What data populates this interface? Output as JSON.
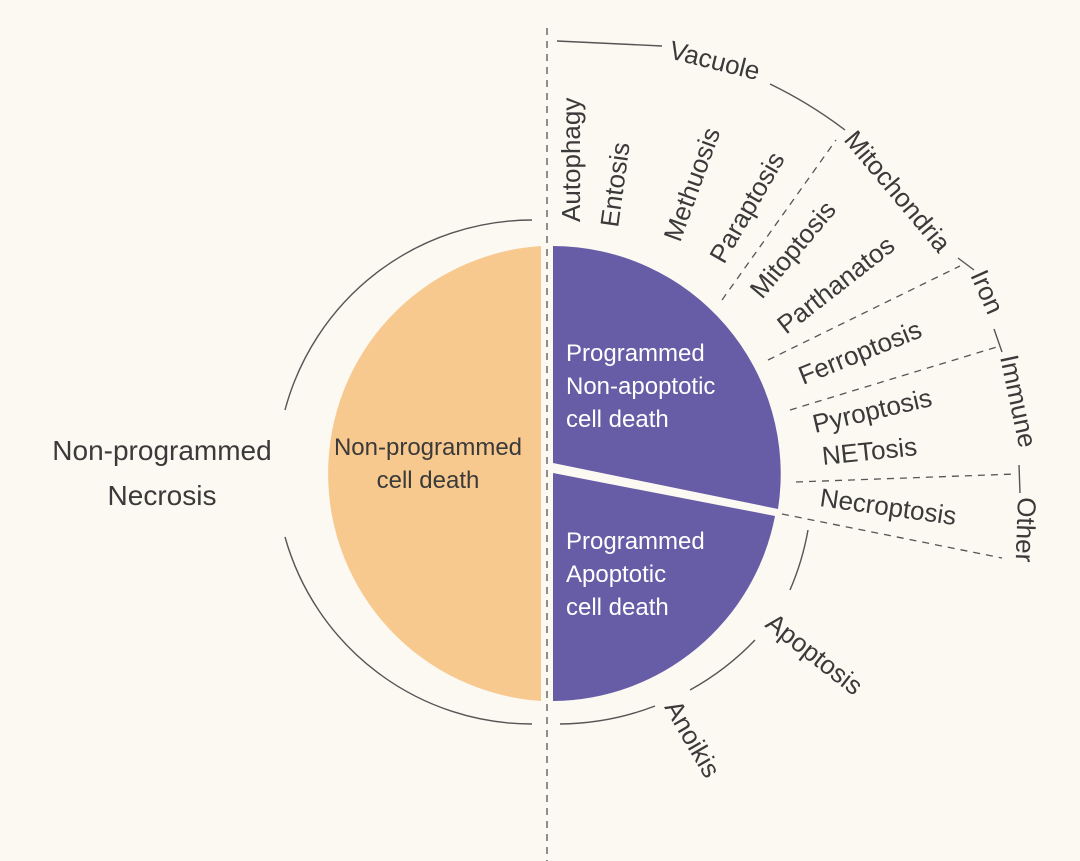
{
  "colors": {
    "background": "#fcf8f2",
    "non_programmed": "#f7c98e",
    "programmed": "#675ca6",
    "text": "#3a3a3a",
    "line": "#555555"
  },
  "left_label": {
    "line1": "Non-programmed",
    "line2": "Necrosis"
  },
  "segments": {
    "non_programmed": {
      "line1": "Non-programmed",
      "line2": "cell death"
    },
    "non_apoptotic": {
      "line1": "Programmed",
      "line2": "Non-apoptotic",
      "line3": "cell death"
    },
    "apoptotic": {
      "line1": "Programmed",
      "line2": "Apoptotic",
      "line3": "cell death"
    }
  },
  "categories": {
    "vacuole": "Vacuole",
    "mitochondria": "Mitochondria",
    "iron": "Iron",
    "immune": "Immune",
    "other": "Other"
  },
  "modes": {
    "autophagy": "Autophagy",
    "entosis": "Entosis",
    "methuosis": "Methuosis",
    "paraptosis": "Paraptosis",
    "mitoptosis": "Mitoptosis",
    "parthanatos": "Parthanatos",
    "ferroptosis": "Ferroptosis",
    "pyroptosis": "Pyroptosis",
    "netosis": "NETosis",
    "necroptosis": "Necroptosis",
    "apoptosis": "Apoptosis",
    "anoikis": "Anoikis"
  }
}
